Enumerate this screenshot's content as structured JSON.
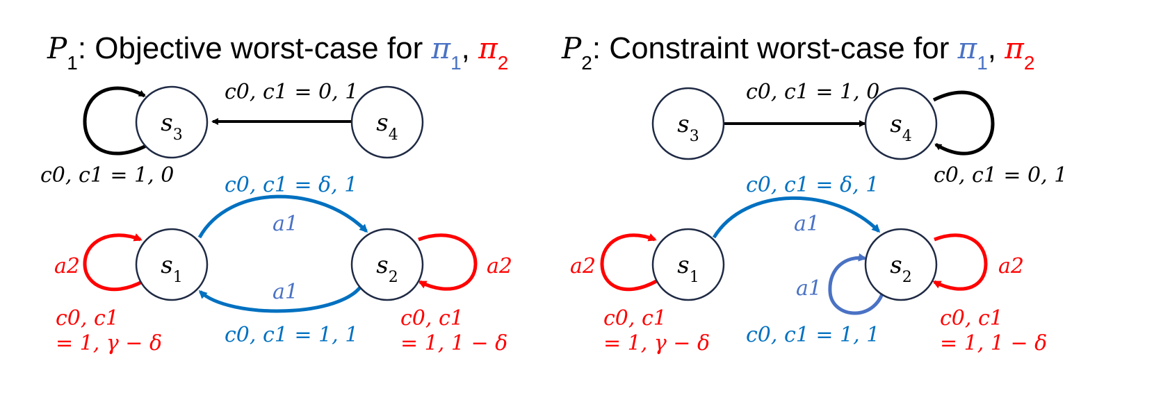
{
  "colors": {
    "pi1": "#4a72c4",
    "pi2": "#ff0000",
    "black_edge": "#000000",
    "blue_edge": "#0070c0",
    "blue_loop": "#4a72c4",
    "red_edge": "#ff0000",
    "node_stroke": "#1f2a44"
  },
  "panels": [
    {
      "title": {
        "problem": "P",
        "problem_sub": "1",
        "text": ": Objective worst-case for ",
        "pi1": "π",
        "pi1_sub": "1",
        "sep": ", ",
        "pi2": "π",
        "pi2_sub": "2"
      },
      "states": [
        "s3",
        "s4",
        "s1",
        "s2"
      ],
      "labels": {
        "s4_to_s3": "c0, c1 = 0, 1",
        "s3_loop": "c0, c1 = 1, 0",
        "s1_to_s2_cost": "c0, c1 = δ, 1",
        "s1_to_s2_action": "a1",
        "s2_to_s1_action": "a1",
        "s2_to_s1_cost": "c0, c1 = 1, 1",
        "s1_loop_action": "a2",
        "s1_loop_cost_line1": "c0, c1",
        "s1_loop_cost_line2": "= 1, γ − δ",
        "s2_loop_action": "a2",
        "s2_loop_cost_line1": "c0, c1",
        "s2_loop_cost_line2": "= 1, 1 − δ"
      }
    },
    {
      "title": {
        "problem": "P",
        "problem_sub": "2",
        "text": ": Constraint worst-case for ",
        "pi1": "π",
        "pi1_sub": "1",
        "sep": ", ",
        "pi2": "π",
        "pi2_sub": "2"
      },
      "states": [
        "s3",
        "s4",
        "s1",
        "s2"
      ],
      "labels": {
        "s3_to_s4": "c0, c1 = 1, 0",
        "s4_loop": "c0, c1 = 0, 1",
        "s1_to_s2_cost": "c0, c1 = δ, 1",
        "s1_to_s2_action": "a1",
        "s2_self_action": "a1",
        "s2_self_cost": "c0, c1 = 1, 1",
        "s1_loop_action": "a2",
        "s1_loop_cost_line1": "c0, c1",
        "s1_loop_cost_line2": "= 1, γ − δ",
        "s2_loop_action": "a2",
        "s2_loop_cost_line1": "c0, c1",
        "s2_loop_cost_line2": "= 1, 1 − δ"
      }
    }
  ]
}
